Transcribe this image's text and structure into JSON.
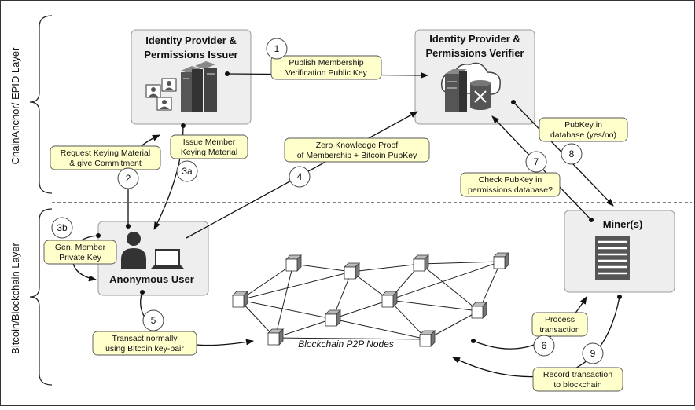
{
  "layers": {
    "top": "ChainAnchor/ EPID Layer",
    "bottom": "Bitcoin/Blockchain Layer"
  },
  "boxes": {
    "issuer": [
      "Identity Provider &",
      "Permissions Issuer"
    ],
    "verifier": [
      "Identity Provider &",
      "Permissions Verifier"
    ],
    "user": "Anonymous User",
    "miners": "Miner(s)"
  },
  "network_label": "Blockchain P2P Nodes",
  "notes": {
    "publish": [
      "Publish Membership",
      "Verification Public Key"
    ],
    "request": [
      "Request Keying Material",
      "& give Commitment"
    ],
    "issue": [
      "Issue Member",
      "Keying Material"
    ],
    "zkp": [
      "Zero Knowledge Proof",
      "of Membership + Bitcoin PubKey"
    ],
    "pubkey_db": [
      "PubKey in",
      "database (yes/no)"
    ],
    "check": [
      "Check PubKey in",
      "permissions database?"
    ],
    "gen": [
      "Gen. Member",
      "Private Key"
    ],
    "transact": [
      "Transact normally",
      "using Bitcoin key-pair"
    ],
    "process": [
      "Process",
      "transaction"
    ],
    "record": [
      "Record transaction",
      "to blockchain"
    ]
  },
  "steps": {
    "s1": "1",
    "s2": "2",
    "s3a": "3a",
    "s3b": "3b",
    "s4": "4",
    "s5": "5",
    "s6": "6",
    "s7": "7",
    "s8": "8",
    "s9": "9"
  },
  "icons": [
    "people-cards-icon",
    "server-icon",
    "cloud-icon",
    "database-icon",
    "person-icon",
    "laptop-icon",
    "rack-server-icon",
    "cube-icon"
  ]
}
